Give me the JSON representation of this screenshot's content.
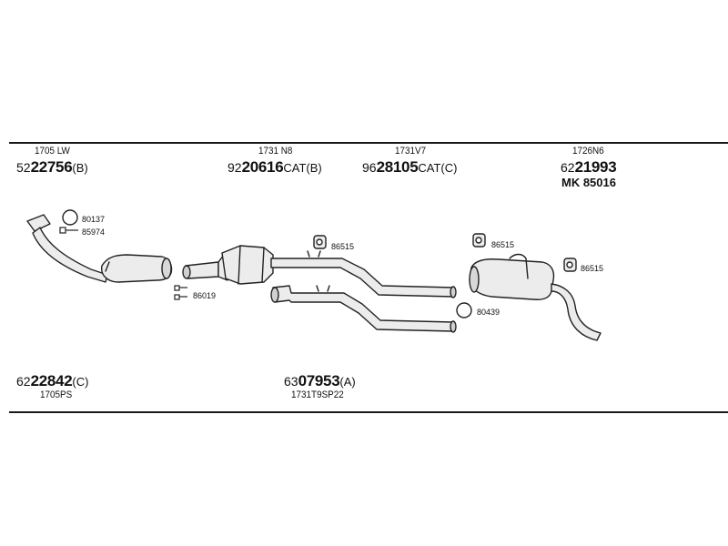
{
  "labels": {
    "col1_top_code": "1705 LW",
    "col1_top_part": {
      "pre": "52",
      "main": "22756",
      "suf": "(B)"
    },
    "col2_top_code": "1731 N8",
    "col2_top_part": {
      "pre": "92",
      "main": "20616",
      "suf": "CAT(B)"
    },
    "col3_top_code": "1731V7",
    "col3_top_part": {
      "pre": "96",
      "main": "28105",
      "suf": "CAT(C)"
    },
    "col4_top_code": "1726N6",
    "col4_top_part": {
      "pre": "62",
      "main": "21993",
      "suf": ""
    },
    "col4_mk": "MK  85016",
    "col1_bottom_part": {
      "pre": "62",
      "main": "22842",
      "suf": "(C)"
    },
    "col1_bottom_code": "1705PS",
    "col2_bottom_part": {
      "pre": "63",
      "main": "07953",
      "suf": "(A)"
    },
    "col2_bottom_code": "1731T9SP22"
  },
  "refs": {
    "r80137": "80137",
    "r85974": "85974",
    "r86019": "86019",
    "r86515a": "86515",
    "r86515b": "86515",
    "r86515c": "86515",
    "r80439": "80439"
  }
}
